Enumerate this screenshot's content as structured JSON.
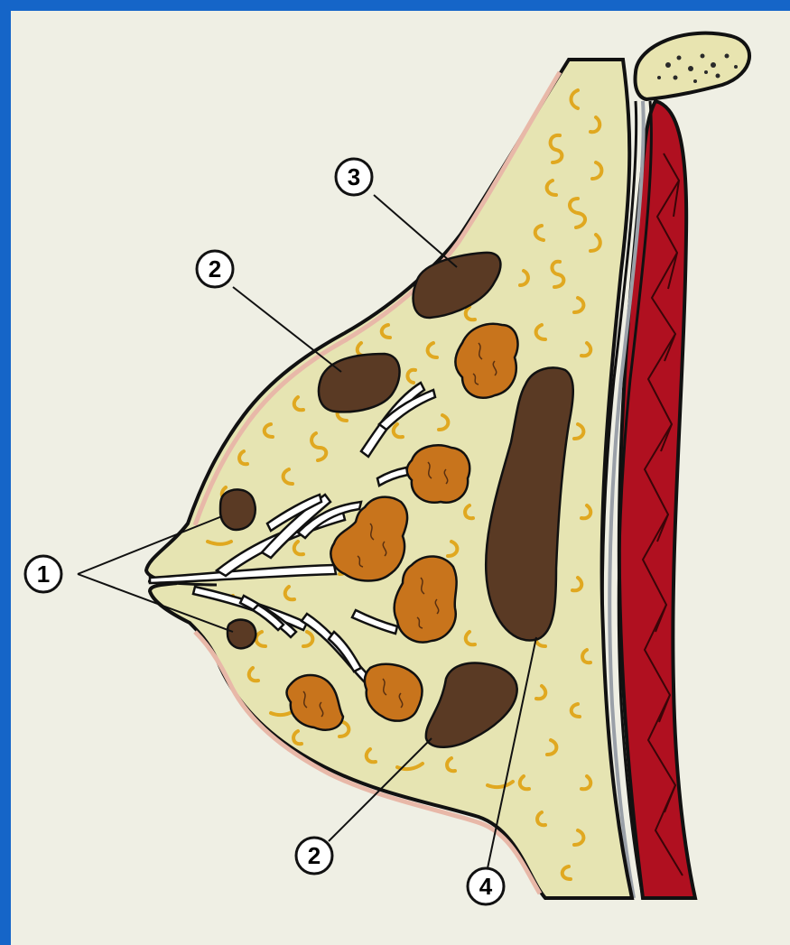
{
  "labels": {
    "one": "1",
    "two_upper": "2",
    "two_lower": "2",
    "three": "3",
    "four": "4"
  },
  "colors": {
    "frame": "#1565c8",
    "background": "#efefe4",
    "tissue": "#e6e4b2",
    "skin": "#e8b8a8",
    "fat_swirl": "#e0a820",
    "lymph_node": "#5a3a24",
    "gland_lobule": "#c8741c",
    "duct": "#ffffff",
    "muscle": "#b01020",
    "rib": "#e8e4b0"
  }
}
